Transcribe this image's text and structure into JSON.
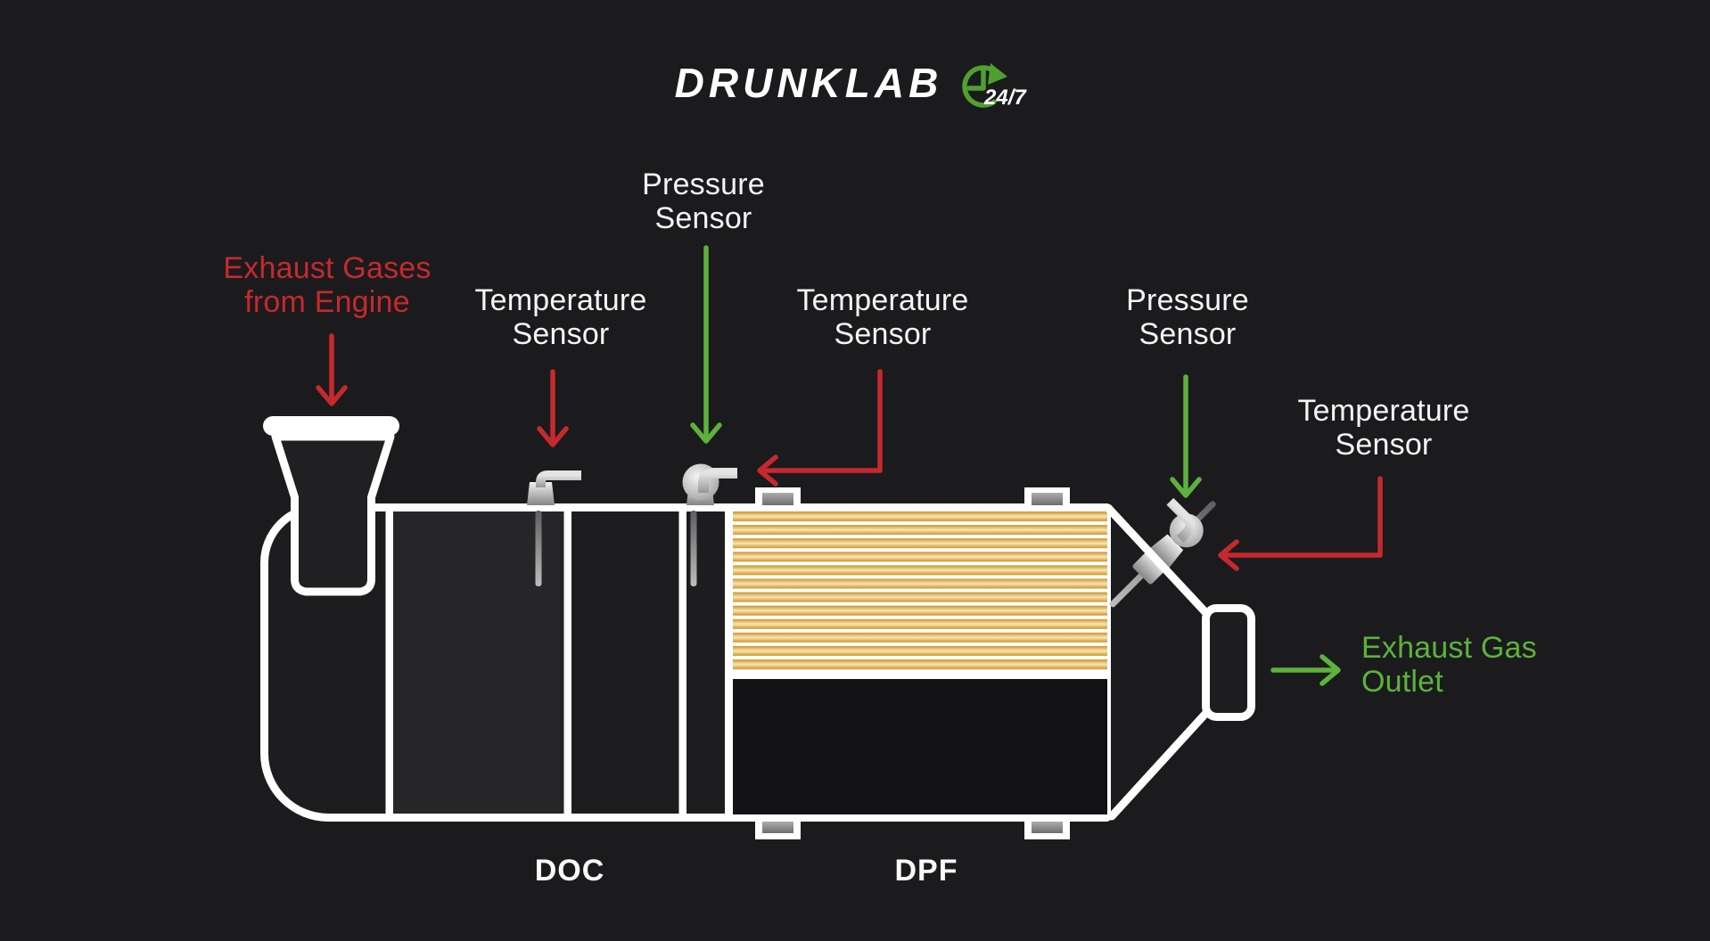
{
  "brand": {
    "name": "DRUNKLAB",
    "badge": "24/7"
  },
  "annotations": {
    "exhaust_in": {
      "line1": "Exhaust Gases",
      "line2": "from Engine"
    },
    "temp_sensor_doc": {
      "line1": "Temperature",
      "line2": "Sensor"
    },
    "pressure_sensor_mid": {
      "line1": "Pressure",
      "line2": "Sensor"
    },
    "temp_sensor_mid": {
      "line1": "Temperature",
      "line2": "Sensor"
    },
    "pressure_sensor_outlet": {
      "line1": "Pressure",
      "line2": "Sensor"
    },
    "temp_sensor_outlet": {
      "line1": "Temperature",
      "line2": "Sensor"
    },
    "exhaust_out": {
      "line1": "Exhaust Gas",
      "line2": "Outlet"
    }
  },
  "sections": {
    "doc": "DOC",
    "dpf": "DPF"
  },
  "colors": {
    "background": "#1B1B1D",
    "annotation_red": "#C5292E",
    "annotation_green": "#5CB23C",
    "logo_clock_green": "#4EA12E",
    "text_white": "#F5F5F5",
    "filter_gold_dark": "#CF9226",
    "filter_gold_light": "#F7E6B4"
  }
}
